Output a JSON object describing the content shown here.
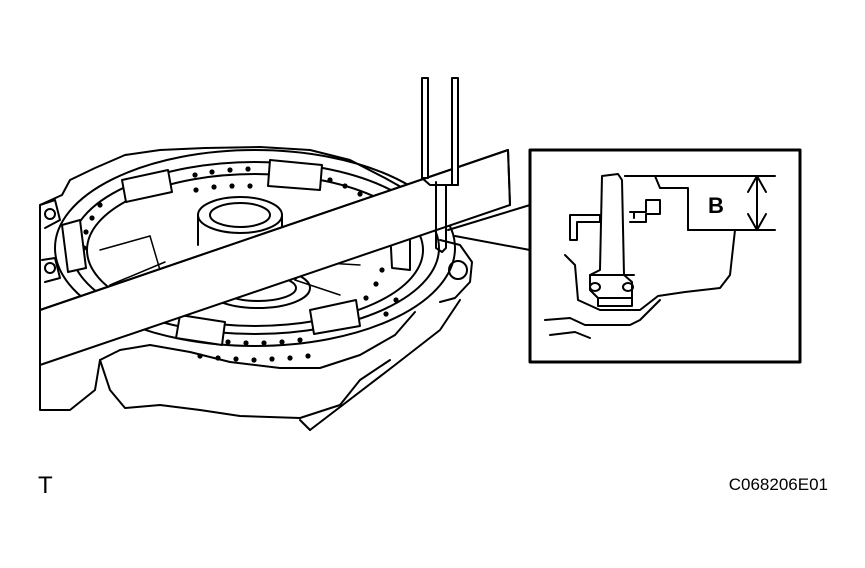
{
  "diagram": {
    "detail_label": "B",
    "view_marker": "T",
    "figure_code": "C068206E01"
  }
}
